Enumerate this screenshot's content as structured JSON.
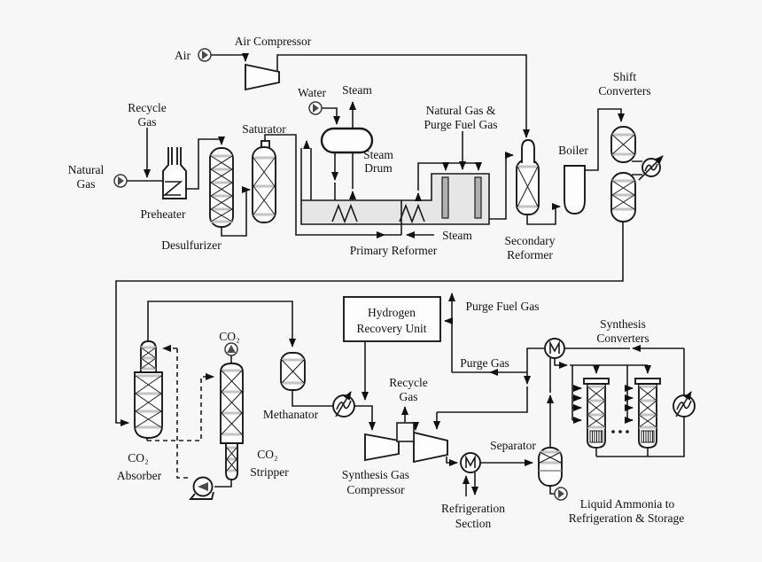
{
  "diagram": {
    "type": "process-flow-diagram",
    "subject": "Ammonia synthesis plant"
  },
  "colors": {
    "background": "#f7f7f7",
    "line": "#1a1a1a",
    "vessel_fill": "#fdfdfd",
    "reformer_shade": "#e6e6e6",
    "tube_gray": "#b0b0b0",
    "separator_gray": "#c4c4c4",
    "marker_gray": "#4a4a4a"
  },
  "labels": {
    "air": "Air",
    "air_compressor": "Air Compressor",
    "recycle_gas_top": [
      "Recycle",
      "Gas"
    ],
    "natural_gas": [
      "Natural",
      "Gas"
    ],
    "preheater": "Preheater",
    "desulfurizer": "Desulfurizer",
    "saturator": "Saturator",
    "water": "Water",
    "steam_out": "Steam",
    "steam_drum": [
      "Steam",
      "Drum"
    ],
    "reformer_fuel": [
      "Natural Gas &",
      "Purge Fuel Gas"
    ],
    "steam_feed": "Steam",
    "primary_reformer": "Primary Reformer",
    "secondary_reformer": [
      "Secondary",
      "Reformer"
    ],
    "boiler": "Boiler",
    "shift_converters": [
      "Shift",
      "Converters"
    ],
    "hydrogen_recovery_unit": [
      "Hydrogen",
      "Recovery Unit"
    ],
    "purge_fuel_gas": "Purge Fuel Gas",
    "purge_gas": "Purge Gas",
    "co2_vent": "CO₂",
    "co2_absorber": [
      "CO₂",
      "Absorber"
    ],
    "co2_stripper": [
      "CO₂",
      "Stripper"
    ],
    "methanator": "Methanator",
    "recycle_gas_mid": [
      "Recycle",
      "Gas"
    ],
    "synthesis_gas_compressor": [
      "Synthesis Gas",
      "Compressor"
    ],
    "refrigeration_section": [
      "Refrigeration",
      "Section"
    ],
    "separator": "Separator",
    "synthesis_converters": [
      "Synthesis",
      "Converters"
    ],
    "liquid_ammonia": [
      "Liquid Ammonia to",
      "Refrigeration & Storage"
    ]
  }
}
